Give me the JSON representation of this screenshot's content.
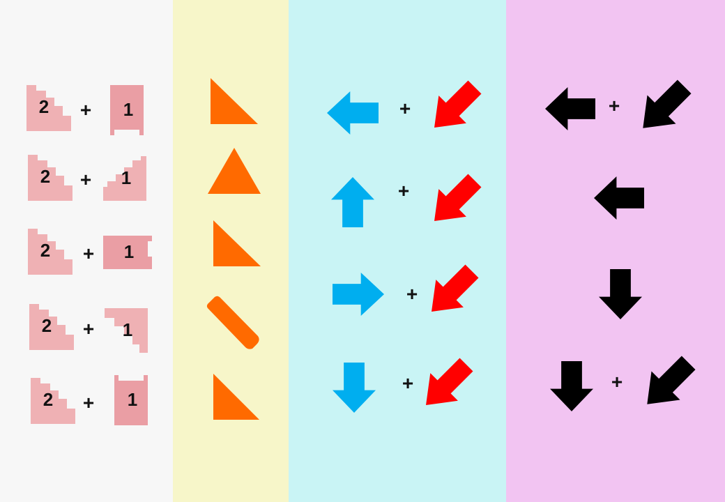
{
  "colors": {
    "panel_1": "#f7f7f7",
    "panel_2": "#f7f6c9",
    "panel_3": "#c9f4f5",
    "panel_4": "#f2c4f2",
    "piece_pink": "#efb1b4",
    "piece_pink_dark": "#ea9ea4",
    "orange": "#ff6a00",
    "blue": "#00aeef",
    "red": "#ff0000",
    "black": "#000000"
  },
  "symbols": {
    "plus": "+",
    "one": "1",
    "two": "2"
  },
  "rows": [
    {
      "col1_piece_a": "2",
      "col1_piece_b": "1",
      "col1_operator": "+",
      "col2_shape": "right-triangle-icon",
      "col3_arrow_a": "arrow-left-icon",
      "col3_arrow_b": "arrow-down-left-icon",
      "col3_operator": "+",
      "col4_arrows": [
        "arrow-left-icon",
        "arrow-down-left-icon"
      ],
      "col4_operator": "+"
    },
    {
      "col1_piece_a": "2",
      "col1_piece_b": "1",
      "col1_operator": "+",
      "col2_shape": "isosceles-triangle-icon",
      "col3_arrow_a": "arrow-up-icon",
      "col3_arrow_b": "arrow-down-left-icon",
      "col3_operator": "+",
      "col4_arrows": [
        "arrow-left-icon"
      ],
      "col4_operator": ""
    },
    {
      "col1_piece_a": "2",
      "col1_piece_b": "1",
      "col1_operator": "+",
      "col2_shape": "right-triangle-icon",
      "col3_arrow_a": "arrow-right-icon",
      "col3_arrow_b": "arrow-down-left-icon",
      "col3_operator": "+",
      "col4_arrows": [
        "arrow-down-icon"
      ],
      "col4_operator": ""
    },
    {
      "col1_piece_a": "2",
      "col1_piece_b": "1",
      "col1_operator": "+",
      "col2_shape": "diagonal-bar-icon",
      "col3_arrow_a": "arrow-down-icon",
      "col3_arrow_b": "arrow-down-left-icon",
      "col3_operator": "+",
      "col4_arrows": [
        "arrow-down-icon",
        "arrow-down-left-icon"
      ],
      "col4_operator": "+"
    },
    {
      "col1_piece_a": "2",
      "col1_piece_b": "1",
      "col1_operator": "+",
      "col2_shape": "right-triangle-icon"
    }
  ]
}
